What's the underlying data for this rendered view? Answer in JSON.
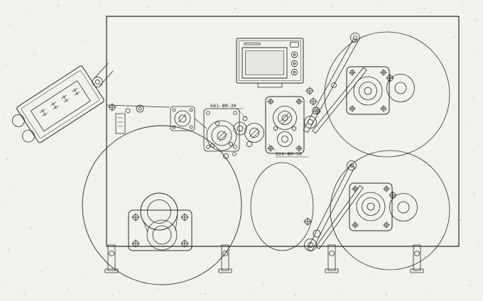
{
  "drawing": {
    "title": "labeling-machine-assembly-drawing",
    "part_labels": [
      {
        "text": "681-BM-30"
      },
      {
        "text": "624-BM-30"
      }
    ],
    "colors": {
      "line": "#2e2c28",
      "background": "#f3f1ec",
      "screen_fill": "#e7e5e0",
      "speck": "#8d8779"
    }
  }
}
